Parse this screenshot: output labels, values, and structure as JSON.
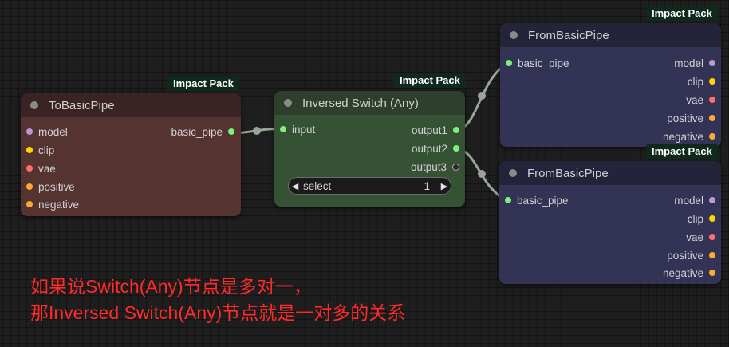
{
  "nodes": {
    "to_basic_pipe": {
      "badge": "Impact Pack",
      "title": "ToBasicPipe",
      "inputs": [
        {
          "label": "model",
          "color": "#b79ad6"
        },
        {
          "label": "clip",
          "color": "#ffd500"
        },
        {
          "label": "vae",
          "color": "#ff6e6e"
        },
        {
          "label": "positive",
          "color": "#ffa931"
        },
        {
          "label": "negative",
          "color": "#ffa931"
        }
      ],
      "output": {
        "label": "basic_pipe",
        "color": "#7cf07c"
      }
    },
    "inversed_switch": {
      "badge": "Impact Pack",
      "title": "Inversed Switch (Any)",
      "input": {
        "label": "input",
        "color": "#7cf07c"
      },
      "outputs": [
        {
          "label": "output1",
          "color": "#7cf07c"
        },
        {
          "label": "output2",
          "color": "#7cf07c"
        },
        {
          "label": "output3",
          "color": "#2a2a2a"
        }
      ],
      "widget": {
        "label": "select",
        "value": "1",
        "left_arrow": "◀",
        "right_arrow": "▶"
      }
    },
    "from_basic_pipe_1": {
      "badge": "Impact Pack",
      "title": "FromBasicPipe",
      "input": {
        "label": "basic_pipe",
        "color": "#7cf07c"
      },
      "outputs": [
        {
          "label": "model",
          "color": "#b79ad6"
        },
        {
          "label": "clip",
          "color": "#ffd500"
        },
        {
          "label": "vae",
          "color": "#ff6e6e"
        },
        {
          "label": "positive",
          "color": "#ffa931"
        },
        {
          "label": "negative",
          "color": "#ffa931"
        }
      ]
    },
    "from_basic_pipe_2": {
      "badge": "Impact Pack",
      "title": "FromBasicPipe",
      "input": {
        "label": "basic_pipe",
        "color": "#7cf07c"
      },
      "outputs": [
        {
          "label": "model",
          "color": "#b79ad6"
        },
        {
          "label": "clip",
          "color": "#ffd500"
        },
        {
          "label": "vae",
          "color": "#ff6e6e"
        },
        {
          "label": "positive",
          "color": "#ffa931"
        },
        {
          "label": "negative",
          "color": "#ffa931"
        }
      ]
    }
  },
  "caption": {
    "line1": "如果说Switch(Any)节点是多对一，",
    "line2": "那Inversed Switch(Any)节点就是一对多的关系",
    "color": "#ff2a2a"
  },
  "link_color": "#9aa59a"
}
